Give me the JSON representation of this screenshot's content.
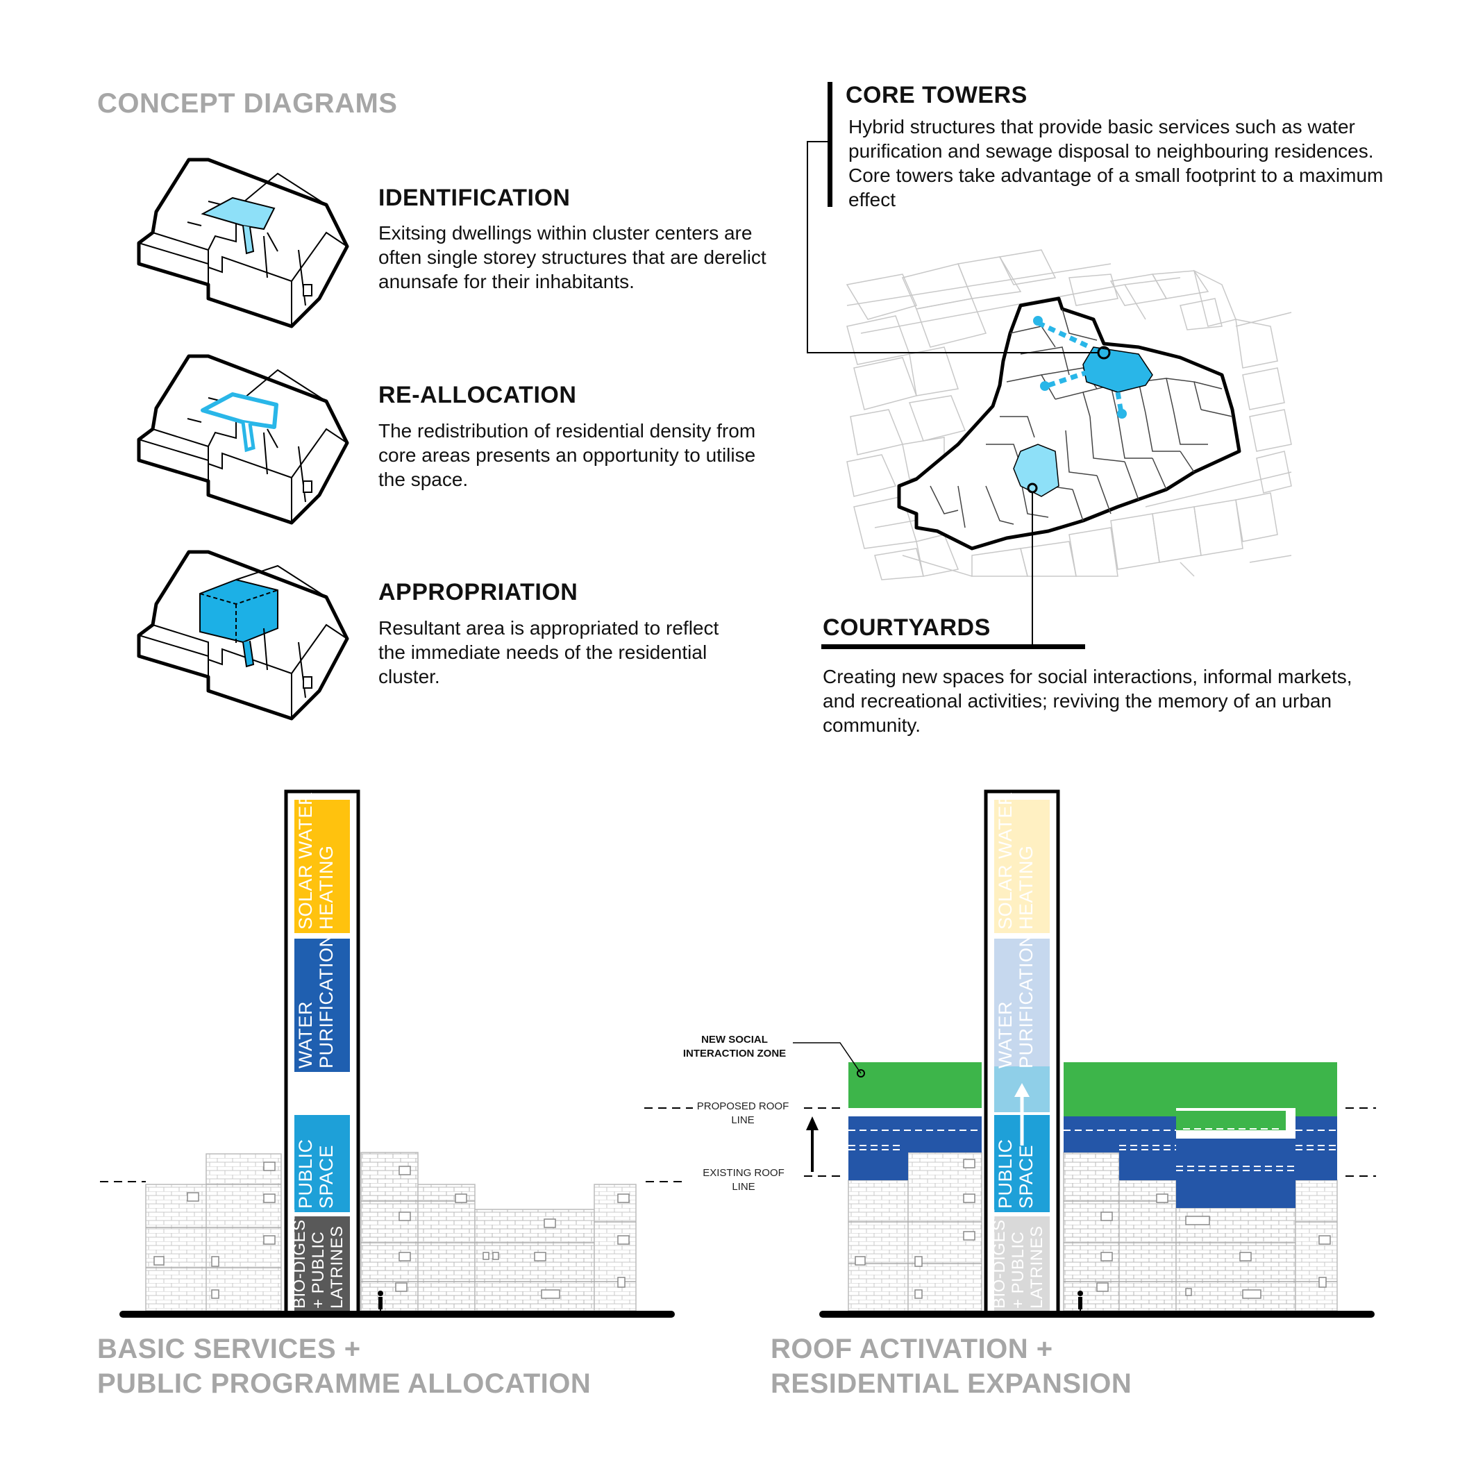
{
  "header": {
    "title": "CONCEPT DIAGRAMS"
  },
  "steps": [
    {
      "title": "IDENTIFICATION",
      "desc": "Exitsing dwellings within cluster centers are often single storey structures that are derelict anunsafe for their inhabitants."
    },
    {
      "title": "RE-ALLOCATION",
      "desc": "The redistribution of residential density from core areas presents an opportunity to utilise the space."
    },
    {
      "title": "APPROPRIATION",
      "desc": "Resultant area is appropriated to reflect the immediate needs of the residential cluster."
    }
  ],
  "core_towers": {
    "title": "CORE TOWERS",
    "desc": "Hybrid structures that provide basic services such as water purification and sewage disposal to neighbouring residences. Core towers take advantage of a small footprint to a maximum effect"
  },
  "courtyards": {
    "title": "COURTYARDS",
    "desc": "Creating new spaces for social interactions, informal markets, and recreational activities; reviving the memory of an urban community."
  },
  "section_left": {
    "caption_line1": "BASIC SERVICES +",
    "caption_line2": "PUBLIC PROGRAMME ALLOCATION",
    "tower_labels": {
      "solar": "SOLAR WATER\nHEATING",
      "water": "WATER\nPURIFICATION",
      "public": "PUBLIC\nSPACE",
      "biodigest": "BIO-DIGEST\n+ PUBLIC\nLATRINES"
    }
  },
  "section_right": {
    "caption_line1": "ROOF ACTIVATION +",
    "caption_line2": "RESIDENTIAL EXPANSION",
    "new_social": "NEW SOCIAL\nINTERACTION ZONE",
    "proposed_roof": "PROPOSED ROOF\nLINE",
    "existing_roof": "EXISTING ROOF\nLINE",
    "tower_labels": {
      "solar": "SOLAR WATER\nHEATING",
      "water": "WATER\nPURIFICATION",
      "public": "PUBLIC\nSPACE",
      "biodigest": "BIO-DIGEST\n+ PUBLIC\nLATRINES"
    }
  },
  "colors": {
    "solar": "#ffc20e",
    "water": "#1f5fb0",
    "public": "#1ea0d8",
    "biodigest": "#595959",
    "green": "#3db54a",
    "expansion": "#2456a8",
    "highlight": "#29b6e8"
  },
  "icons": [
    "arrow-up-icon",
    "person-icon",
    "callout-circle-icon"
  ]
}
